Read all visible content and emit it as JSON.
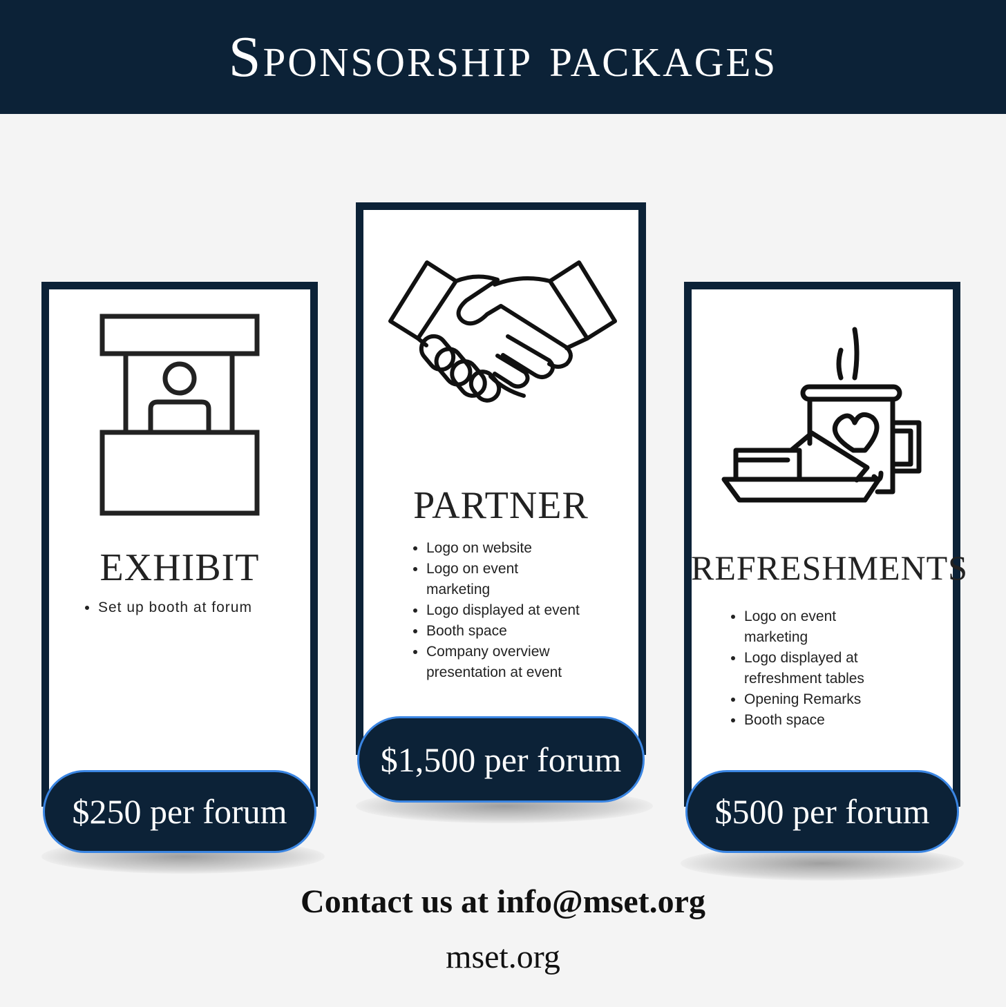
{
  "header": {
    "title": "Sponsorship packages"
  },
  "colors": {
    "navy": "#0c2237",
    "accent_border": "#3b86e3",
    "background": "#f4f4f4"
  },
  "packages": [
    {
      "name": "EXHIBIT",
      "icon": "booth-icon",
      "benefits": [
        "Set up booth at forum"
      ],
      "price": "$250 per forum"
    },
    {
      "name": "PARTNER",
      "icon": "handshake-icon",
      "benefits": [
        "Logo on website",
        "Logo on event marketing",
        "Logo displayed at event",
        "Booth space",
        "Company overview presentation at event"
      ],
      "price": "$1,500 per forum"
    },
    {
      "name": "REFRESHMENTS",
      "icon": "coffee-mug-icon",
      "benefits": [
        "Logo on event marketing",
        "Logo displayed at refreshment tables",
        "Opening Remarks",
        "Booth space"
      ],
      "price": "$500 per forum"
    }
  ],
  "footer": {
    "contact": "Contact us at info@mset.org",
    "website": "mset.org"
  }
}
